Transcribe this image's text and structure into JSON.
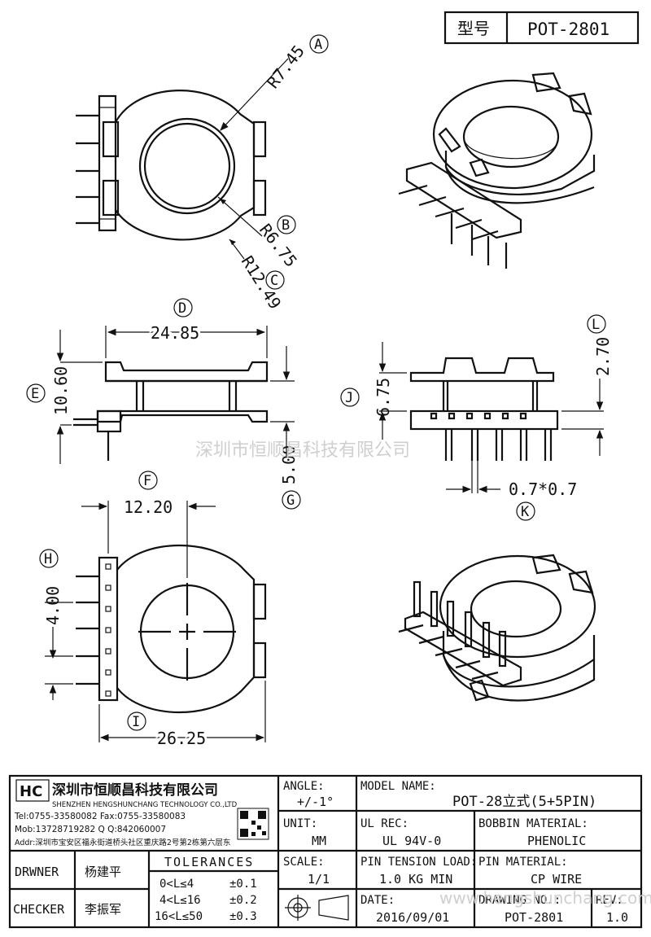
{
  "header": {
    "type_label": "型号",
    "model": "POT-2801"
  },
  "dims": {
    "A": "A",
    "B": "B",
    "C": "C",
    "D": "D",
    "E": "E",
    "F": "F",
    "G": "G",
    "H": "H",
    "I": "I",
    "J": "J",
    "K": "K",
    "L": "L",
    "rA": "R7.45",
    "rB": "R6.75",
    "rC": "R12.49",
    "d": "24.85",
    "e": "10.60",
    "f": "12.20",
    "g": "5.00",
    "h": "4.00",
    "i": "26.25",
    "j": "6.75",
    "k": "0.7*0.7",
    "l": "2.70"
  },
  "watermark": {
    "cn": "深圳市恒顺昌科技有限公司",
    "url": "www.hengshunchang.com"
  },
  "title_block": {
    "company_cn": "深圳市恒顺昌科技有限公司",
    "company_en": "SHENZHEN HENGSHUNCHANG TECHNOLOGY CO.,LTD",
    "tel": "Tel:0755-33580082 Fax:0755-33580083",
    "mob": "Mob:13728719282    Q Q:842060007",
    "addr": "Addr:深圳市宝安区福永街道桥头社区重庆路2号第2栋第六层东",
    "drawer_label": "DRWNER",
    "drawer": "杨建平",
    "checker_label": "CHECKER",
    "checker": "李振军",
    "tol_label": "TOLERANCES",
    "tol1_range": "0<L≤4",
    "tol1_val": "±0.1",
    "tol2_range": "4<L≤16",
    "tol2_val": "±0.2",
    "tol3_range": "16<L≤50",
    "tol3_val": "±0.3",
    "angle_label": "ANGLE:",
    "angle": "+/-1°",
    "unit_label": "UNIT:",
    "unit": "MM",
    "scale_label": "SCALE:",
    "scale": "1/1",
    "model_label": "MODEL NAME:",
    "model_name": "POT-28立式(5+5PIN)",
    "ulrec_label": "UL REC:",
    "ulrec": "UL 94V-0",
    "bobbin_label": "BOBBIN MATERIAL:",
    "bobbin": "PHENOLIC",
    "tension_label": "PIN TENSION LOAD:",
    "tension": "1.0 KG MIN",
    "pinmat_label": "PIN MATERIAL:",
    "pinmat": "CP WIRE",
    "date_label": "DATE:",
    "date": "2016/09/01",
    "drawno_label": "DRAWING NO.:",
    "drawno": "POT-2801",
    "rev_label": "REV:",
    "rev": "1.0"
  }
}
